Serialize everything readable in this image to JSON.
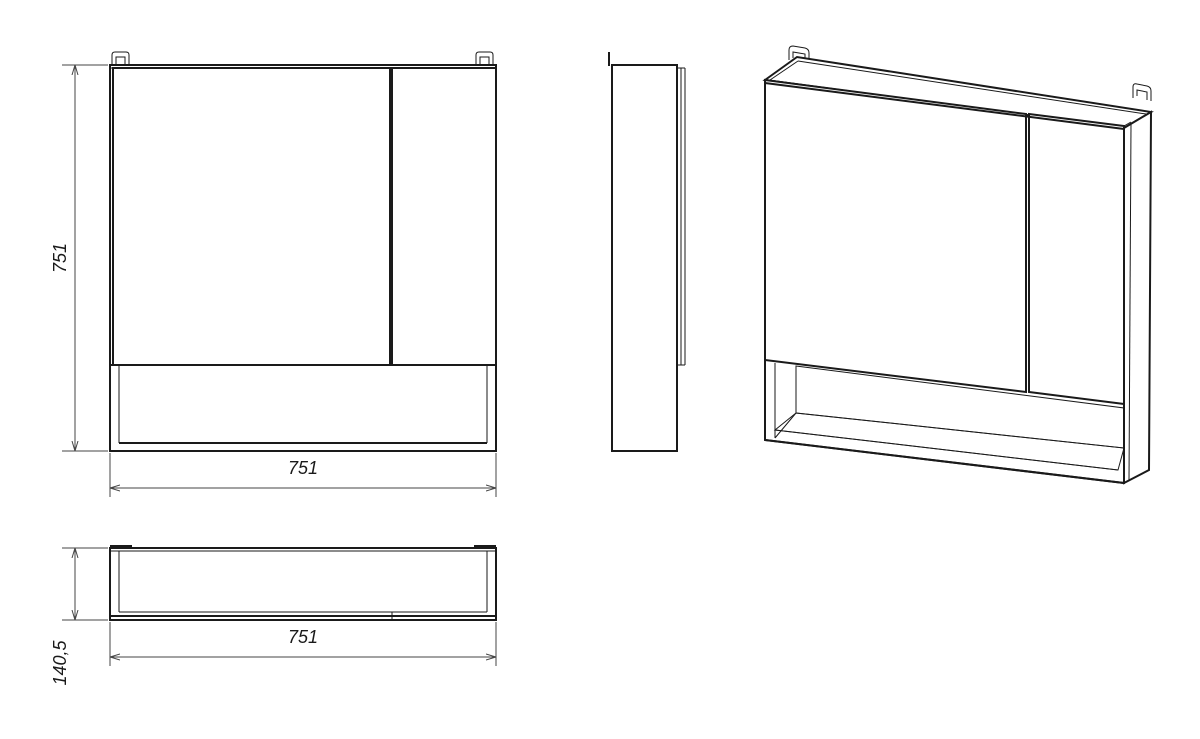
{
  "dimensions": {
    "front_height": "751",
    "front_width": "751",
    "top_depth": "140,5",
    "top_width": "751"
  },
  "colors": {
    "line": "#1a1a1a",
    "background": "#ffffff"
  }
}
